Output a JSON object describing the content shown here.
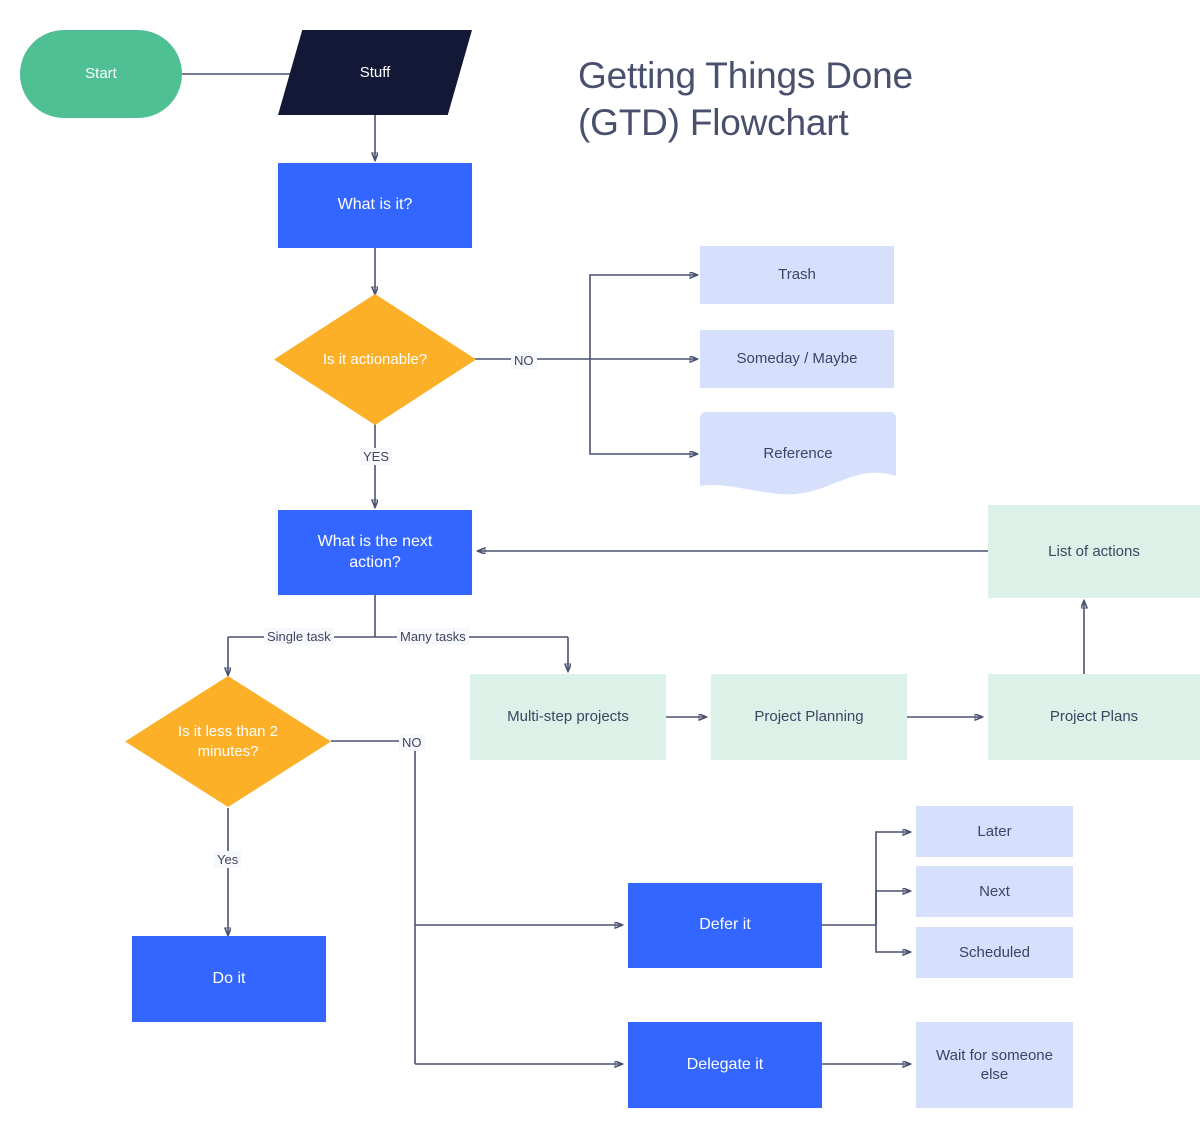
{
  "title": {
    "line1": "Getting Things Done",
    "line2": "(GTD) Flowchart"
  },
  "colors": {
    "background": "#ffffff",
    "start_green": "#4fbf94",
    "stuff_navy": "#131836",
    "process_blue": "#3366ff",
    "decision_orange": "#fbb027",
    "data_lightblue": "#d6dffc",
    "store_lightgreen": "#dcf1e8",
    "connector": "#4a5270",
    "text_dark": "#3d4562",
    "title_text": "#49506e"
  },
  "nodes": [
    {
      "id": "start",
      "label": "Start",
      "shape": "terminator"
    },
    {
      "id": "stuff",
      "label": "Stuff",
      "shape": "parallelogram"
    },
    {
      "id": "what-is-it",
      "label": "What is it?",
      "shape": "process"
    },
    {
      "id": "actionable",
      "label": "Is it actionable?",
      "shape": "decision"
    },
    {
      "id": "trash",
      "label": "Trash",
      "shape": "data"
    },
    {
      "id": "someday",
      "label": "Someday / Maybe",
      "shape": "data"
    },
    {
      "id": "reference",
      "label": "Reference",
      "shape": "document"
    },
    {
      "id": "next-action",
      "label": "What is the next action?",
      "shape": "process"
    },
    {
      "id": "list-actions",
      "label": "List of actions",
      "shape": "store"
    },
    {
      "id": "two-minutes",
      "label": "Is it less than 2 minutes?",
      "shape": "decision"
    },
    {
      "id": "multi-step",
      "label": "Multi-step projects",
      "shape": "store"
    },
    {
      "id": "project-planning",
      "label": "Project Planning",
      "shape": "store"
    },
    {
      "id": "project-plans",
      "label": "Project Plans",
      "shape": "store"
    },
    {
      "id": "do-it",
      "label": "Do it",
      "shape": "process"
    },
    {
      "id": "defer-it",
      "label": "Defer it",
      "shape": "process"
    },
    {
      "id": "later",
      "label": "Later",
      "shape": "data"
    },
    {
      "id": "next",
      "label": "Next",
      "shape": "data"
    },
    {
      "id": "scheduled",
      "label": "Scheduled",
      "shape": "data"
    },
    {
      "id": "delegate-it",
      "label": "Delegate it",
      "shape": "process"
    },
    {
      "id": "wait-someone",
      "label": "Wait for someone else",
      "shape": "data"
    }
  ],
  "labels": {
    "start": "Start",
    "stuff": "Stuff",
    "what_is_it": "What is it?",
    "actionable": "Is it actionable?",
    "trash": "Trash",
    "someday": "Someday / Maybe",
    "reference": "Reference",
    "next_action_l1": "What is the next",
    "next_action_l2": "action?",
    "list_of_actions": "List of actions",
    "two_minutes_l1": "Is it less than 2",
    "two_minutes_l2": "minutes?",
    "multi_step": "Multi-step projects",
    "project_planning": "Project Planning",
    "project_plans": "Project Plans",
    "do_it": "Do it",
    "defer_it": "Defer it",
    "later": "Later",
    "next": "Next",
    "scheduled": "Scheduled",
    "delegate_it": "Delegate it",
    "wait_someone_l1": "Wait for someone",
    "wait_someone_l2": "else"
  },
  "edge_labels": {
    "no_actionable": "NO",
    "yes_actionable": "YES",
    "single_task": "Single task",
    "many_tasks": "Many tasks",
    "no_two_minutes": "NO",
    "yes_two_minutes": "Yes"
  },
  "edges": [
    {
      "from": "start",
      "to": "stuff",
      "label": ""
    },
    {
      "from": "stuff",
      "to": "what-is-it",
      "label": ""
    },
    {
      "from": "what-is-it",
      "to": "actionable",
      "label": ""
    },
    {
      "from": "actionable",
      "to": "trash",
      "label": "NO"
    },
    {
      "from": "actionable",
      "to": "someday",
      "label": "NO"
    },
    {
      "from": "actionable",
      "to": "reference",
      "label": "NO"
    },
    {
      "from": "actionable",
      "to": "next-action",
      "label": "YES"
    },
    {
      "from": "next-action",
      "to": "two-minutes",
      "label": "Single task"
    },
    {
      "from": "next-action",
      "to": "multi-step",
      "label": "Many tasks"
    },
    {
      "from": "multi-step",
      "to": "project-planning",
      "label": ""
    },
    {
      "from": "project-planning",
      "to": "project-plans",
      "label": ""
    },
    {
      "from": "project-plans",
      "to": "list-actions",
      "label": ""
    },
    {
      "from": "list-actions",
      "to": "next-action",
      "label": ""
    },
    {
      "from": "two-minutes",
      "to": "do-it",
      "label": "Yes"
    },
    {
      "from": "two-minutes",
      "to": "defer-it",
      "label": "NO"
    },
    {
      "from": "two-minutes",
      "to": "delegate-it",
      "label": "NO"
    },
    {
      "from": "defer-it",
      "to": "later",
      "label": ""
    },
    {
      "from": "defer-it",
      "to": "next",
      "label": ""
    },
    {
      "from": "defer-it",
      "to": "scheduled",
      "label": ""
    },
    {
      "from": "delegate-it",
      "to": "wait-someone",
      "label": ""
    }
  ]
}
